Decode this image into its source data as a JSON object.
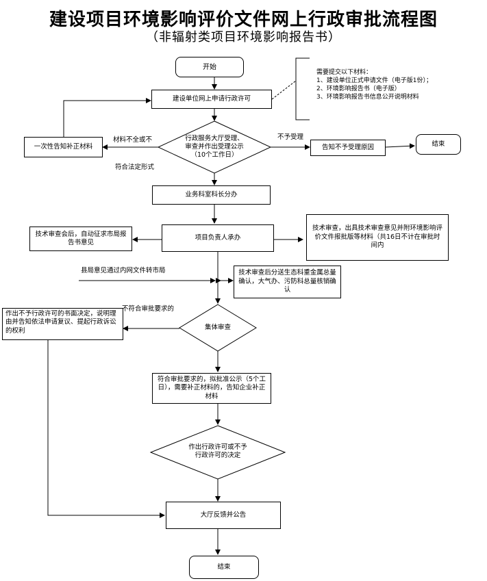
{
  "title": "建设项目环境影响评价文件网上行政审批流程图",
  "subtitle": "（非辐射类项目环境影响报告书）",
  "nodes": {
    "start": "开始",
    "apply": "建设单位网上申请行政许可",
    "hall_review": "行政服务大厅受理、审查并作出受理公示（10个工作日）",
    "notify_supplement": "一次性告知补正材料",
    "not_accept_notice": "告知不予受理原因",
    "end_top": "结束",
    "dept_assign": "业务科室科长分办",
    "project_lead": "项目负责人承办",
    "left_tech": "技术审查会后，自动征求市局报告书意见",
    "right_tech": "技术审查，出具技术审查意见并附环境影响评价文件报批版等材料（共16日不计在审批时间内",
    "right_tech2": "技术审查后分送生态科重金属总量确认，大气办、污防科总量核销确认",
    "collective_review": "集体审查",
    "reject_decision": "作出不予行政许可的书面决定，说明理由并告知依法申请复议、提起行政诉讼的权利",
    "approve_publicity": "符合审批要求的，拟批准公示（5个工日），需要补正材料的，告知企业补正材料",
    "final_decision": "作出行政许可或不予行政许可的决定",
    "hall_feedback": "大厅反馈并公告",
    "end_bottom": "结束"
  },
  "labels": {
    "incomplete": "材料不全或不",
    "legal_form": "符合法定形式",
    "not_accepted": "不予受理",
    "county_opinion": "县局意见通过内网文件转市局",
    "not_meet": "不符合审批要求的"
  },
  "materials": {
    "heading": "需要提交以下材料：",
    "items": [
      "1、建设单位正式申请文件（电子版1份）；",
      "2、环境影响报告书（电子版）",
      "3、环境影响报告书信息公开说明材料"
    ]
  }
}
